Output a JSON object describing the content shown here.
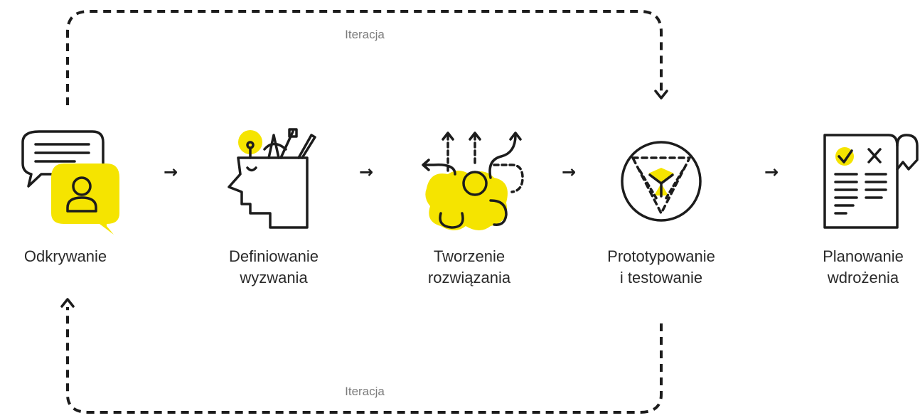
{
  "loops": {
    "top_label": "Iteracja",
    "bottom_label": "Iteracja"
  },
  "steps": [
    {
      "label_line1": "Odkrywanie",
      "label_line2": "",
      "icon": "chat-person-icon"
    },
    {
      "label_line1": "Definiowanie",
      "label_line2": "wyzwania",
      "icon": "head-tools-icon"
    },
    {
      "label_line1": "Tworzenie",
      "label_line2": "rozwiązania",
      "icon": "brain-arrows-icon"
    },
    {
      "label_line1": "Prototypowanie",
      "label_line2": "i testowanie",
      "icon": "triangle-circle-icon"
    },
    {
      "label_line1": "Planowanie",
      "label_line2": "wdrożenia",
      "icon": "checklist-scroll-icon"
    }
  ],
  "connector_glyph": "→",
  "colors": {
    "accent": "#f5e400",
    "stroke": "#1c1c1c",
    "muted_text": "#7b7b7b"
  }
}
